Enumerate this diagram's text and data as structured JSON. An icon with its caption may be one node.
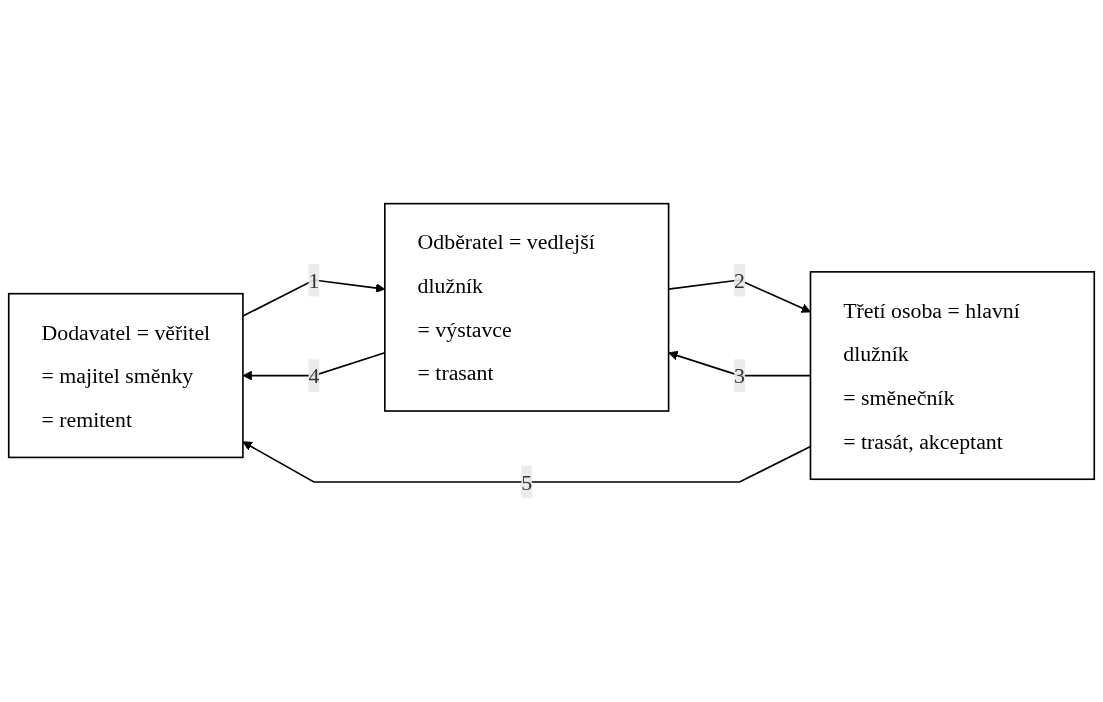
{
  "diagram": {
    "nodes": [
      {
        "text": [
          "Dodavatel = věřitel",
          "= majitel směnky",
          "= remitent"
        ]
      },
      {
        "text": [
          "Odběratel = vedlejší dlužník",
          "= výstavce",
          "= trasant"
        ]
      },
      {
        "text": [
          "Třetí osoba = hlavní dlužník",
          "= směnečník",
          "= trasát, akceptant"
        ]
      }
    ],
    "edges": [
      {
        "from": 0,
        "to": 1,
        "arrow": "to",
        "label": "1"
      },
      {
        "from": 1,
        "to": 0,
        "arrow": "to",
        "label": "4"
      },
      {
        "from": 1,
        "to": 2,
        "arrow": "to",
        "label": "2"
      },
      {
        "from": 2,
        "to": 1,
        "arrow": "to",
        "label": "3"
      },
      {
        "from": 2,
        "to": 0,
        "arrow": "to",
        "label": "5"
      }
    ]
  }
}
